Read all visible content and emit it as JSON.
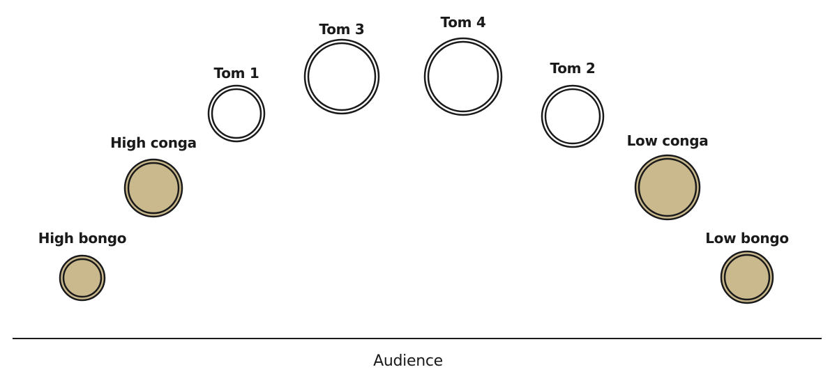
{
  "title": "Percussion stage layout",
  "colors": {
    "drum_fill": "#cbb98e",
    "tom_fill": "#ffffff",
    "stroke": "#1a1a1a"
  },
  "instruments": [
    {
      "id": "high-bongo",
      "label": "High bongo",
      "type": "hand"
    },
    {
      "id": "high-conga",
      "label": "High conga",
      "type": "hand"
    },
    {
      "id": "tom-1",
      "label": "Tom 1",
      "type": "tom"
    },
    {
      "id": "tom-3",
      "label": "Tom 3",
      "type": "tom"
    },
    {
      "id": "tom-4",
      "label": "Tom 4",
      "type": "tom"
    },
    {
      "id": "tom-2",
      "label": "Tom 2",
      "type": "tom"
    },
    {
      "id": "low-conga",
      "label": "Low conga",
      "type": "hand"
    },
    {
      "id": "low-bongo",
      "label": "Low bongo",
      "type": "hand"
    }
  ],
  "audience_label": "Audience"
}
